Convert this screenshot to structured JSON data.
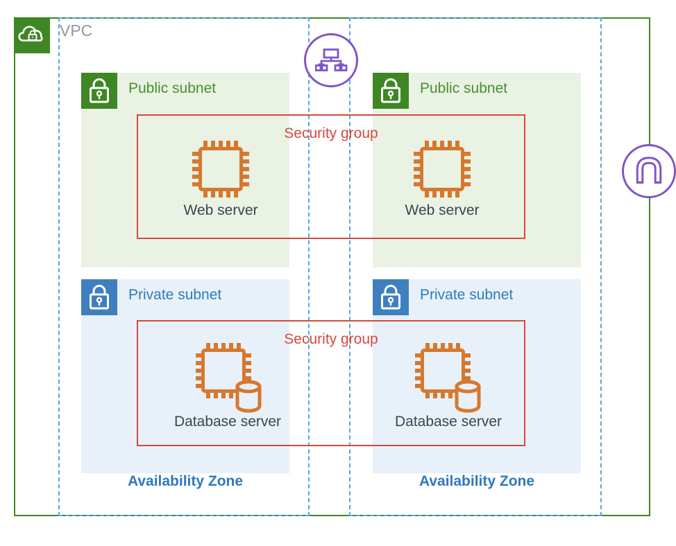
{
  "colors": {
    "vpc-green": "#3F8624",
    "public-subnet-bg": "#EAF2E4",
    "public-subnet-text": "#43912C",
    "private-blue-icon": "#3F7FBF",
    "private-subnet-bg": "#E8F1F9",
    "private-subnet-text": "#2E79BE",
    "az-border-blue": "#55A6DB",
    "az-text-blue": "#2F78BE",
    "security-red": "#D6483C",
    "server-orange": "#D6782F",
    "server-label-dark": "#3B4450",
    "vpc-label-gray": "#9099A2",
    "network-purple": "#7D55C8"
  },
  "vpc": {
    "label": "VPC"
  },
  "icons": {
    "vpc": "vpc-cloud-lock-icon",
    "router": "vpc-router-icon",
    "internet_gateway": "internet-gateway-icon",
    "public_subnet": "public-subnet-lock-icon",
    "private_subnet": "private-subnet-lock-icon",
    "web_server": "server-chip-icon",
    "database_server": "database-chip-icon"
  },
  "security_groups": [
    {
      "label": "Security group"
    },
    {
      "label": "Security group"
    }
  ],
  "availability_zones": [
    {
      "label": "Availability Zone",
      "public_subnet": {
        "label": "Public subnet",
        "server_label": "Web server"
      },
      "private_subnet": {
        "label": "Private subnet",
        "server_label": "Database server"
      }
    },
    {
      "label": "Availability Zone",
      "public_subnet": {
        "label": "Public subnet",
        "server_label": "Web server"
      },
      "private_subnet": {
        "label": "Private subnet",
        "server_label": "Database server"
      }
    }
  ]
}
